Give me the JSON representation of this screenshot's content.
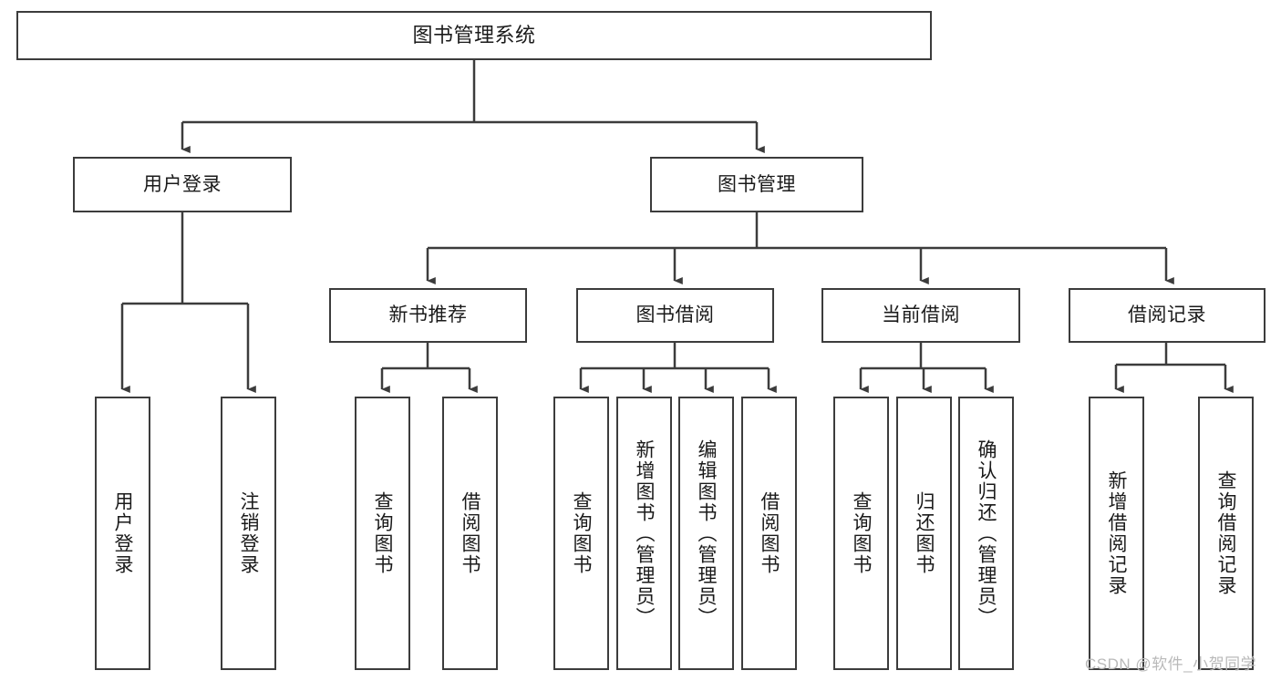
{
  "diagram": {
    "title": "图书管理系统",
    "type": "功能结构图",
    "colors": {
      "stroke": "#3c3c3c",
      "text": "#1a1a1a",
      "background": "#ffffff",
      "watermark": "#b9b9b9"
    },
    "watermark": "CSDN @软件_小贺同学",
    "levels": {
      "root": {
        "label": "图书管理系统"
      },
      "level2": [
        {
          "label": "用户登录"
        },
        {
          "label": "图书管理"
        }
      ],
      "level3": [
        {
          "label": "新书推荐"
        },
        {
          "label": "图书借阅"
        },
        {
          "label": "当前借阅"
        },
        {
          "label": "借阅记录"
        }
      ],
      "leaves": {
        "user_login": [
          {
            "label": "用户登录"
          },
          {
            "label": "注销登录"
          }
        ],
        "new_book_recommend": [
          {
            "label": "查询图书"
          },
          {
            "label": "借阅图书"
          }
        ],
        "book_borrow": [
          {
            "label": "查询图书"
          },
          {
            "label": "新增图书（管理员）"
          },
          {
            "label": "编辑图书（管理员）"
          },
          {
            "label": "借阅图书"
          }
        ],
        "current_borrow": [
          {
            "label": "查询图书"
          },
          {
            "label": "归还图书"
          },
          {
            "label": "确认归还（管理员）"
          }
        ],
        "borrow_record": [
          {
            "label": "新增借阅记录"
          },
          {
            "label": "查询借阅记录"
          }
        ]
      }
    }
  }
}
